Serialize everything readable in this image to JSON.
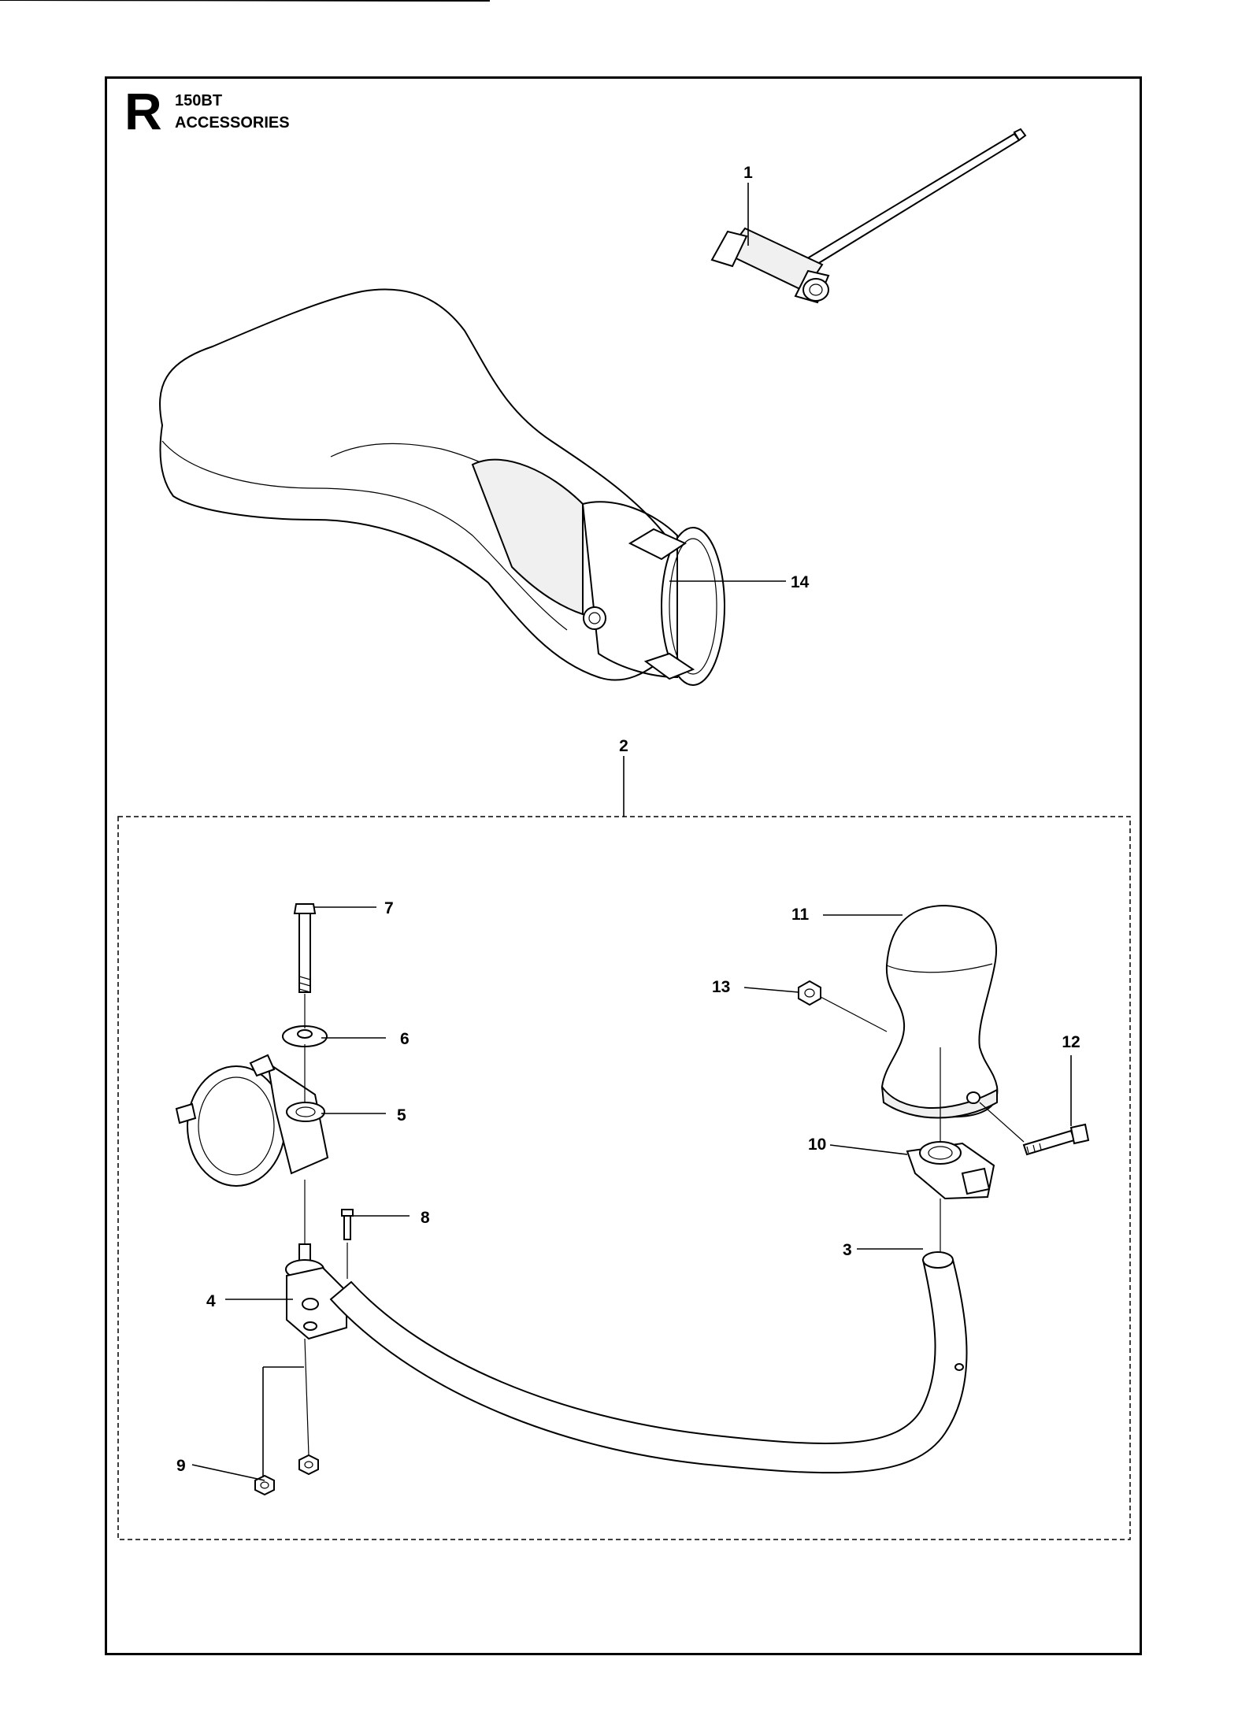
{
  "header": {
    "section_letter": "R",
    "model": "150BT",
    "title": "ACCESSORIES"
  },
  "callouts": {
    "c1": "1",
    "c2": "2",
    "c3": "3",
    "c4": "4",
    "c5": "5",
    "c6": "6",
    "c7": "7",
    "c8": "8",
    "c9": "9",
    "c10": "10",
    "c11": "11",
    "c12": "12",
    "c13": "13",
    "c14": "14"
  }
}
